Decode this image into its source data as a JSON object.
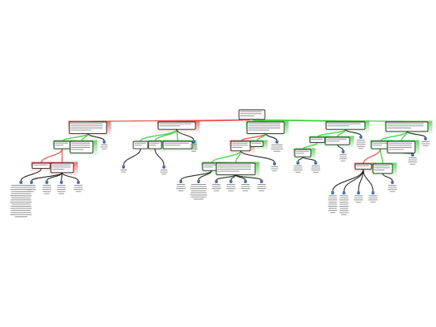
{
  "nodes": {
    "root": {
      "type": "claim",
      "lines": 3
    },
    "c1": {
      "type": "con",
      "lines": 4
    },
    "c2": {
      "type": "con",
      "lines": 2
    },
    "c3": {
      "type": "pro",
      "lines": 4
    },
    "c4": {
      "type": "pro",
      "lines": 2
    },
    "c5": {
      "type": "pro",
      "lines": 3
    },
    "c1a": {
      "type": "pro",
      "lines": 2
    },
    "c1b": {
      "type": "pro",
      "lines": 4
    },
    "c1c": {
      "type": "source",
      "lines": 3
    },
    "c1a1": {
      "type": "con",
      "lines": 1
    },
    "c1a2": {
      "type": "con",
      "lines": 3
    },
    "c1a1s": {
      "type": "source",
      "lines": 16
    },
    "c1a2s1": {
      "type": "source",
      "lines": 4
    },
    "c1a2s2": {
      "type": "source",
      "lines": 5
    },
    "c1a2s3": {
      "type": "source",
      "lines": 5
    },
    "c1a2s4": {
      "type": "source",
      "lines": 4
    },
    "c2a": {
      "type": "claim",
      "lines": 2
    },
    "c2b": {
      "type": "pro",
      "lines": 2
    },
    "c2c": {
      "type": "pro",
      "lines": 2
    },
    "c2d": {
      "type": "source",
      "lines": 4
    },
    "c2as": {
      "type": "source",
      "lines": 2
    },
    "c2bs": {
      "type": "source",
      "lines": 3
    },
    "c3a": {
      "type": "con",
      "lines": 3
    },
    "c3b": {
      "type": "source",
      "lines": 4
    },
    "c3c": {
      "type": "pro",
      "lines": 1
    },
    "c3a1": {
      "type": "pro",
      "lines": 2
    },
    "c3a2": {
      "type": "pro",
      "lines": 4
    },
    "c3a3": {
      "type": "source",
      "lines": 3
    },
    "c3a1s1": {
      "type": "source",
      "lines": 4
    },
    "c3a1s2": {
      "type": "source",
      "lines": 8
    },
    "c3a2s1": {
      "type": "source",
      "lines": 4
    },
    "c3a2s2": {
      "type": "source",
      "lines": 4
    },
    "c3a2s3": {
      "type": "source",
      "lines": 4
    },
    "c3a2s4": {
      "type": "source",
      "lines": 4
    },
    "c4a": {
      "type": "pro",
      "lines": 1
    },
    "c4b": {
      "type": "pro",
      "lines": 2
    },
    "c4c": {
      "type": "source",
      "lines": 5
    },
    "c4a1": {
      "type": "pro",
      "lines": 2
    },
    "c4a1s1": {
      "type": "source",
      "lines": 4
    },
    "c4a1s2": {
      "type": "source",
      "lines": 4
    },
    "c4bs": {
      "type": "source",
      "lines": 4
    },
    "c5a": {
      "type": "pro",
      "lines": 2
    },
    "c5b": {
      "type": "pro",
      "lines": 4
    },
    "c5c": {
      "type": "source",
      "lines": 3
    },
    "c5a1": {
      "type": "con",
      "lines": 1
    },
    "c5a2": {
      "type": "pro",
      "lines": 3
    },
    "c5a1s1": {
      "type": "source",
      "lines": 9
    },
    "c5a1s2": {
      "type": "source",
      "lines": 10
    },
    "c5a1s3": {
      "type": "source",
      "lines": 4
    },
    "c5a1s4": {
      "type": "source",
      "lines": 4
    },
    "c5a2s": {
      "type": "source",
      "lines": 4
    },
    "c5bs": {
      "type": "source",
      "lines": 4
    }
  },
  "edges": [
    [
      "root",
      "c1",
      "con"
    ],
    [
      "root",
      "c2",
      "con"
    ],
    [
      "root",
      "c3",
      "pro"
    ],
    [
      "root",
      "c4",
      "pro"
    ],
    [
      "root",
      "c5",
      "pro"
    ],
    [
      "c1",
      "c1a",
      "pro"
    ],
    [
      "c1",
      "c1b",
      "pro"
    ],
    [
      "c1",
      "c1c",
      "source"
    ],
    [
      "c1a",
      "c1a1",
      "con"
    ],
    [
      "c1a",
      "c1a2",
      "con"
    ],
    [
      "c1a1",
      "c1a1s",
      "source"
    ],
    [
      "c1a2",
      "c1a2s1",
      "source"
    ],
    [
      "c1a2",
      "c1a2s2",
      "source"
    ],
    [
      "c1a2",
      "c1a2s3",
      "source"
    ],
    [
      "c1a2",
      "c1a2s4",
      "source"
    ],
    [
      "c2",
      "c2a",
      "pro"
    ],
    [
      "c2",
      "c2b",
      "pro"
    ],
    [
      "c2",
      "c2c",
      "pro"
    ],
    [
      "c2",
      "c2d",
      "source"
    ],
    [
      "c2a",
      "c2as",
      "source"
    ],
    [
      "c2b",
      "c2bs",
      "source"
    ],
    [
      "c3",
      "c3a",
      "con"
    ],
    [
      "c3",
      "c3b",
      "source"
    ],
    [
      "c3",
      "c3c",
      "pro"
    ],
    [
      "c3a",
      "c3a1",
      "pro"
    ],
    [
      "c3a",
      "c3a2",
      "pro"
    ],
    [
      "c3a",
      "c3a3",
      "source"
    ],
    [
      "c3a1",
      "c3a1s1",
      "source"
    ],
    [
      "c3a1",
      "c3a1s2",
      "source"
    ],
    [
      "c3a2",
      "c3a2s1",
      "source"
    ],
    [
      "c3a2",
      "c3a2s2",
      "source"
    ],
    [
      "c3a2",
      "c3a2s3",
      "source"
    ],
    [
      "c3a2",
      "c3a2s4",
      "source"
    ],
    [
      "c4",
      "c4a",
      "pro"
    ],
    [
      "c4",
      "c4b",
      "pro"
    ],
    [
      "c4",
      "c4c",
      "source"
    ],
    [
      "c4a",
      "c4a1",
      "pro"
    ],
    [
      "c4a1",
      "c4a1s1",
      "source"
    ],
    [
      "c4a1",
      "c4a1s2",
      "source"
    ],
    [
      "c4b",
      "c4bs",
      "source"
    ],
    [
      "c5",
      "c5a",
      "pro"
    ],
    [
      "c5",
      "c5b",
      "pro"
    ],
    [
      "c5",
      "c5c",
      "source"
    ],
    [
      "c5a",
      "c5a1",
      "con"
    ],
    [
      "c5a",
      "c5a2",
      "pro"
    ],
    [
      "c5a1",
      "c5a1s1",
      "source"
    ],
    [
      "c5a1",
      "c5a1s2",
      "source"
    ],
    [
      "c5a1",
      "c5a1s3",
      "source"
    ],
    [
      "c5a1",
      "c5a1s4",
      "source"
    ],
    [
      "c5a2",
      "c5a2s",
      "source"
    ],
    [
      "c5b",
      "c5bs",
      "source"
    ]
  ],
  "colors": {
    "pro": "#33cc33",
    "con": "#e84545",
    "claim_border": "#222222",
    "box_fill": "#ffffff",
    "source_icon": "#1f4fa8",
    "text_bars": "#888888"
  }
}
